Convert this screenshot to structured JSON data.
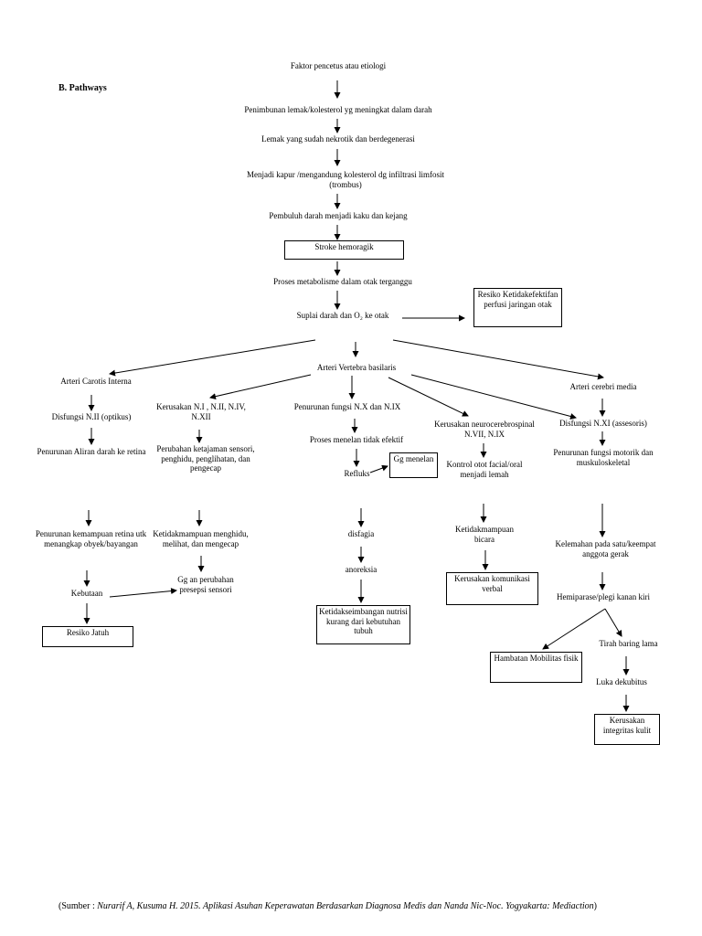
{
  "heading": "B. Pathways",
  "nodes": {
    "n_faktor": "Faktor pencetus atau etiologi",
    "n_penimbunan": "Penimbunan lemak/kolesterol yg meningkat dalam darah",
    "n_lemak": "Lemak yang sudah nekrotik dan berdegenerasi",
    "n_kapur": "Menjadi kapur /mengandung kolesterol dg infiltrasi limfosit (trombus)",
    "n_pembuluh": "Pembuluh darah menjadi kaku dan kejang",
    "n_stroke": "Stroke hemoragik",
    "n_metabolisme": "Proses metabolisme dalam otak terganggu",
    "n_suplai": "Suplai darah dan O₂ ke otak",
    "n_resiko_perfusi": "Resiko Ketidakefektifan perfusi jaringan otak",
    "n_arteri_vertebra": "Arteri Vertebra  basilaris",
    "n_carotis": "Arteri Carotis Interna",
    "n_cerebri": "Arteri cerebri media",
    "n_disfungsi_nii": "Disfungsi N.II (optikus)",
    "n_penurunan_aliran": "Penurunan Aliran darah ke retina",
    "n_penurunan_retina": "Penurunan kemampuan retina utk menangkap obyek/bayangan",
    "n_kebutaan": "Kebutaan",
    "n_resiko_jatuh": "Resiko Jatuh",
    "n_kerusakan_ni": "Kerusakan N.I , N.II, N.IV, N.XII",
    "n_perubahan_ketajaman": "Perubahan ketajaman sensori, penghidu, penglihatan, dan pengecap",
    "n_ketidakmampuan_menghidu": "Ketidakmampuan menghidu, melihat, dan mengecap",
    "n_gg_persepsi": "Gg an perubahan presepsi sensori",
    "n_penurunan_nx": "Penurunan fungsi N.X dan N.IX",
    "n_proses_menelan": "Proses menelan tidak efektif",
    "n_refluks": "Refluks",
    "n_gg_menelan": "Gg menelan",
    "n_disfagia": "disfagia",
    "n_anoreksia": "anoreksia",
    "n_ketidakseimbangan": "Ketidakseimbangan nutrisi kurang dari kebutuhan tubuh",
    "n_kerusakan_neuro": "Kerusakan neurocerebrospinal N.VII, N.IX",
    "n_kontrol_otot": "Kontrol otot facial/oral menjadi lemah",
    "n_ketidakmampuan_bicara": "Ketidakmampuan bicara",
    "n_kerusakan_komunikasi": "Kerusakan komunikasi verbal",
    "n_disfungsi_nxi": "Disfungsi N.XI (assesoris)",
    "n_penurunan_motorik": "Penurunan fungsi motorik dan muskuloskeletal",
    "n_kelemahan": "Kelemahan pada satu/keempat anggota gerak",
    "n_hemiparase": "Hemiparase/plegi kanan kiri",
    "n_hambatan": "Hambatan Mobilitas fisik",
    "n_tirah": "Tirah baring lama",
    "n_luka": "Luka dekubitus",
    "n_kerusakan_integritas": "Kerusakan integritas kulit"
  },
  "footer": {
    "prefix": "(Sumber : ",
    "citation": "Nurarif A, Kusuma H. 2015. Aplikasi Asuhan Keperawatan Berdasarkan Diagnosa Medis dan Nanda Nic-Noc. Yogyakarta: Mediaction",
    "suffix": ")"
  }
}
